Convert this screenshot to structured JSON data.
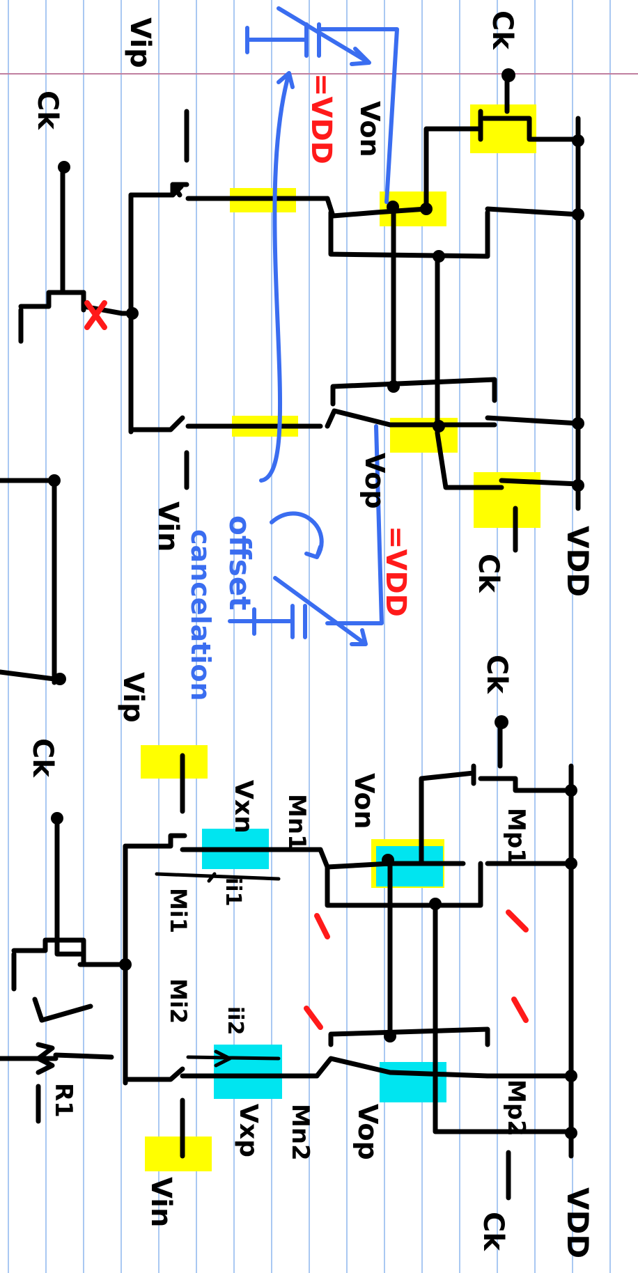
{
  "colors": {
    "paper": "#ffffff",
    "rule_line": "#a9c8f2",
    "margin_line": "#c07fa0",
    "ink": "#000000",
    "blue_ink": "#3a6df0",
    "red_ink": "#ff1a1a",
    "yellow_highlight": "#ffff00",
    "cyan_highlight": "#00e5f0"
  },
  "top_circuit": {
    "ck_left": "Ck",
    "ck_top": "Ck",
    "ck_bottom": "Ck",
    "vip": "Vip",
    "vin": "Vin",
    "von": "Von",
    "vop": "Vop",
    "vdd": "VDD",
    "eq_vdd_top": "=VDD",
    "eq_vdd_bottom": "=VDD",
    "offset_note_line1": "offset",
    "offset_note_line2": "cancelation"
  },
  "bottom_circuit": {
    "ck_left": "Ck",
    "ck_top": "Ck",
    "ck_bottom": "Ck",
    "vip": "Vip",
    "vin": "Vin",
    "vxn": "Vxn",
    "vxp": "Vxp",
    "von": "Von",
    "vop": "Vop",
    "vdd": "VDD",
    "mn1": "Mn1",
    "mn2": "Mn2",
    "mp1": "Mp1",
    "mp2": "Mp2",
    "mi1": "Mi1",
    "mi2": "Mi2",
    "ii1": "ii1",
    "ii2": "ii2",
    "r1": "R1"
  }
}
